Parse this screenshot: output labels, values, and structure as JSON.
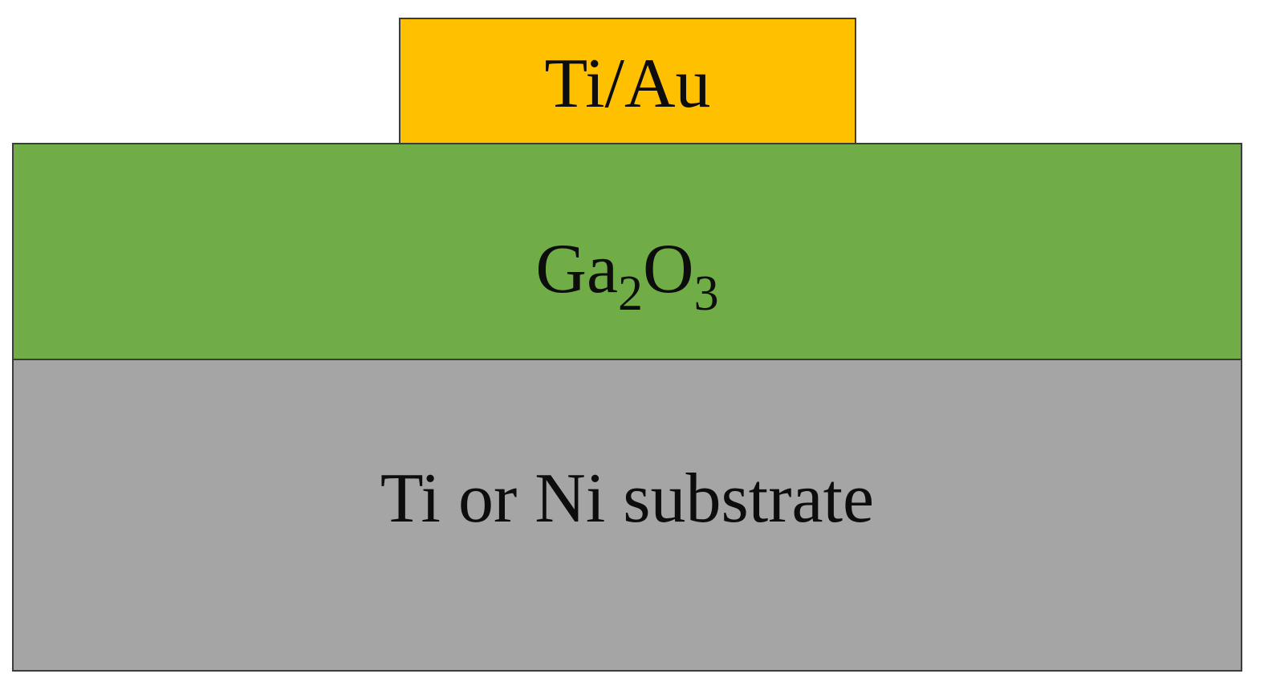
{
  "diagram": {
    "layers": {
      "contact": {
        "label": "Ti/Au",
        "color": "#ffc000"
      },
      "oxide": {
        "label_base_1": "Ga",
        "label_sub_1": "2",
        "label_base_2": "O",
        "label_sub_2": "3",
        "color": "#70ad47"
      },
      "substrate": {
        "label": "Ti or Ni substrate",
        "color": "#a5a5a5"
      }
    },
    "border_color": "#3c3c3c"
  }
}
